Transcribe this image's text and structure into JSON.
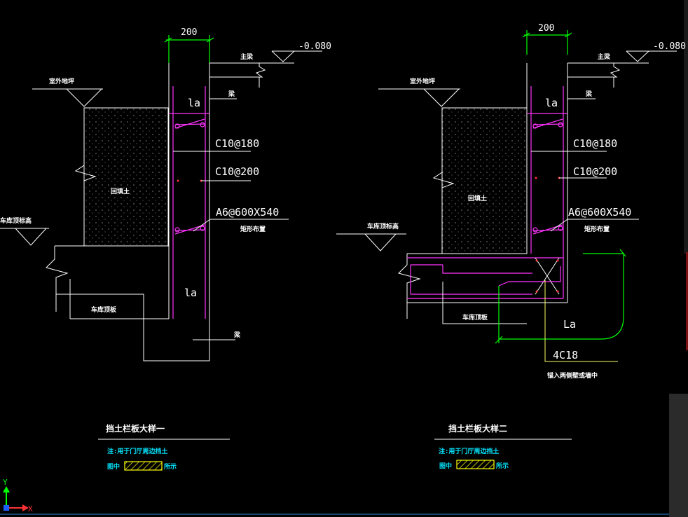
{
  "detail1": {
    "dim_width": "200",
    "elevation": "-0.080",
    "label_main_beam": "主梁",
    "label_beam_top": "梁",
    "label_outdoor_floor": "室外地坪",
    "label_la_top": "la",
    "rebar_1": "C10@180",
    "rebar_2": "C10@200",
    "rebar_3": "A6@600X540",
    "label_arrangement": "矩形布置",
    "label_backfill": "回填土",
    "label_base_elev": "车库顶标高",
    "label_la_bottom": "la",
    "label_garage_slab": "车库顶板",
    "label_beam_bottom": "梁",
    "title": "挡土栏板大样一",
    "note": "注:用于门厅周边挡土",
    "legend_prefix": "图中",
    "legend_suffix": "所示"
  },
  "detail2": {
    "dim_width": "200",
    "elevation": "-0.080",
    "label_main_beam": "主梁",
    "label_beam_top": "梁",
    "label_outdoor_floor": "室外地坪",
    "label_la_top": "la",
    "rebar_1": "C10@180",
    "rebar_2": "C10@200",
    "rebar_3": "A6@600X540",
    "label_arrangement": "矩形布置",
    "label_backfill": "回填土",
    "label_base_elev": "车库顶标高",
    "label_garage_slab": "车库顶板",
    "label_La": "La",
    "label_bar": "4C18",
    "label_anchor": "锚入两侧壁或墙中",
    "title": "挡土栏板大样二",
    "note": "注:用于门厅周边挡土",
    "legend_prefix": "图中",
    "legend_suffix": "所示"
  },
  "axis": {
    "y_label": "Y",
    "x_label": "X"
  },
  "colors": {
    "background": "#000000",
    "lines": "#ffffff",
    "rebar": "#ff33ff",
    "anchor_bar": "#00ff00",
    "title_text": "#ffffff",
    "note_text": "#00e5ff",
    "legend_hatch": "#ffff00"
  }
}
